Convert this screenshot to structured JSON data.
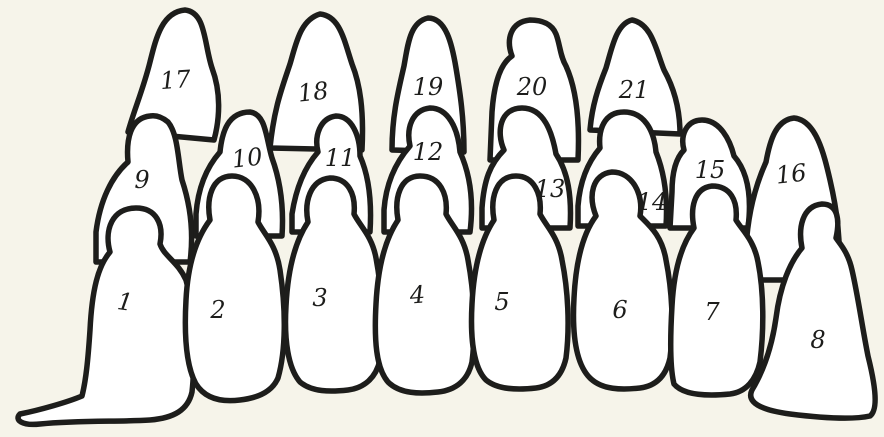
{
  "figures": [
    {
      "number": "1",
      "row": "front"
    },
    {
      "number": "2",
      "row": "front"
    },
    {
      "number": "3",
      "row": "front"
    },
    {
      "number": "4",
      "row": "front"
    },
    {
      "number": "5",
      "row": "front"
    },
    {
      "number": "6",
      "row": "front"
    },
    {
      "number": "7",
      "row": "front"
    },
    {
      "number": "8",
      "row": "front"
    },
    {
      "number": "9",
      "row": "middle"
    },
    {
      "number": "10",
      "row": "middle"
    },
    {
      "number": "11",
      "row": "middle"
    },
    {
      "number": "12",
      "row": "middle"
    },
    {
      "number": "13",
      "row": "middle"
    },
    {
      "number": "14",
      "row": "middle"
    },
    {
      "number": "15",
      "row": "middle"
    },
    {
      "number": "16",
      "row": "middle"
    },
    {
      "number": "17",
      "row": "back"
    },
    {
      "number": "18",
      "row": "back"
    },
    {
      "number": "19",
      "row": "back"
    },
    {
      "number": "20",
      "row": "back"
    },
    {
      "number": "21",
      "row": "back"
    }
  ],
  "colors": {
    "paper": "#f6f4ea",
    "fill": "#ffffff",
    "outline": "#1d1d1b"
  }
}
